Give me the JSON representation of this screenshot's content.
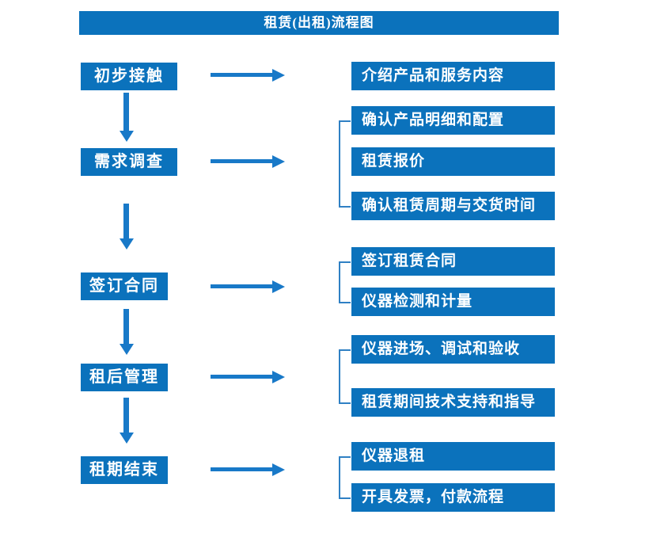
{
  "title": "租赁(出租)流程图",
  "colors": {
    "box_blue": "#0B72BC",
    "arrow_blue": "#1879C8",
    "bracket_blue": "#2F80C4",
    "text_white": "#FFFFFF",
    "background": "#FFFFFF"
  },
  "steps": [
    {
      "label": "初步接触",
      "details": [
        "介绍产品和服务内容"
      ]
    },
    {
      "label": "需求调查",
      "details": [
        "确认产品明细和配置",
        "租赁报价",
        "确认租赁周期与交货时间"
      ]
    },
    {
      "label": "签订合同",
      "details": [
        "签订租赁合同",
        "仪器检测和计量"
      ]
    },
    {
      "label": "租后管理",
      "details": [
        "仪器进场、调试和验收",
        "租赁期间技术支持和指导"
      ]
    },
    {
      "label": "租期结束",
      "details": [
        "仪器退租",
        "开具发票，付款流程"
      ]
    }
  ]
}
